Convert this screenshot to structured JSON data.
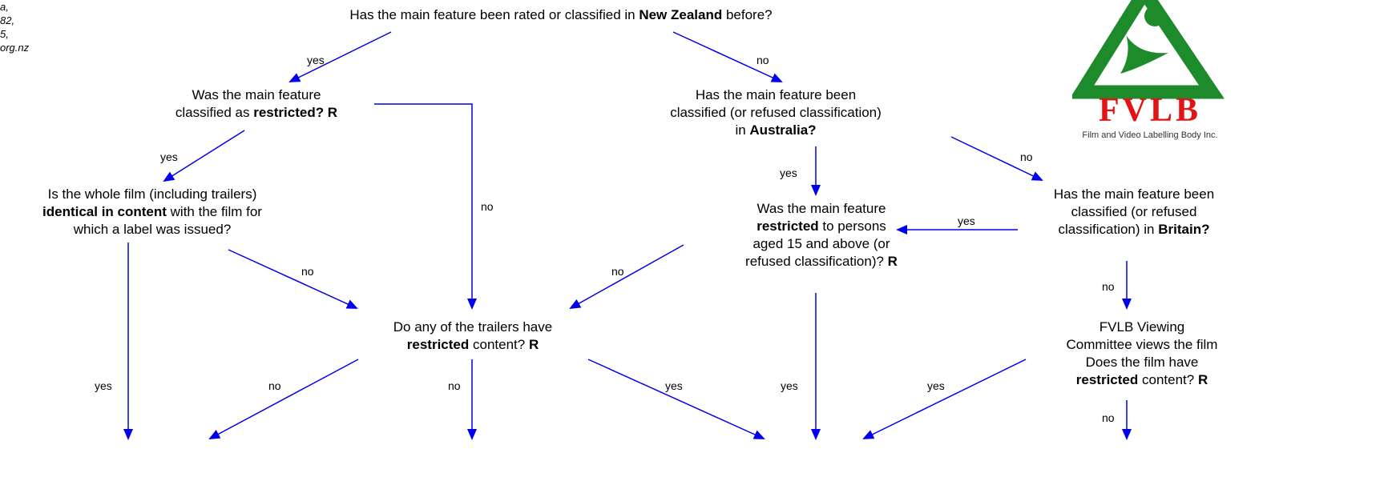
{
  "corner_text": [
    "a,",
    "82,",
    "5,",
    "org.nz"
  ],
  "logo": {
    "letters": "FVLB",
    "subtitle": "Film and Video Labelling Body Inc.",
    "colors": {
      "green": "#1d8a2b",
      "red": "#e41313"
    }
  },
  "nodes": {
    "q_nz": {
      "pre": "Has the main feature been rated or classified in ",
      "bold": "New Zealand",
      "post": " before?"
    },
    "q_restricted_r": {
      "line1": "Was the main feature",
      "pre": "classified as ",
      "bold": "restricted? R"
    },
    "q_australia": {
      "line1": "Has the main feature been",
      "line2": "classified (or refused classification)",
      "pre": "in ",
      "bold": "Australia?"
    },
    "q_identical": {
      "line1": "Is the whole film (including trailers)",
      "bold": "identical in content",
      "post": " with the film for",
      "line3": "which a label was issued?"
    },
    "q_aus_restricted": {
      "line1": "Was the main feature",
      "bold": "restricted",
      "post": " to persons",
      "line3": "aged 15 and above (or",
      "line4pre": "refused classification)? ",
      "line4bold": "R"
    },
    "q_britain": {
      "line1": "Has the main feature been",
      "line2": "classified (or refused",
      "pre": "classification) in ",
      "bold": "Britain?"
    },
    "q_trailers": {
      "line1": "Do any of the trailers have",
      "bold": "restricted",
      "post": " content? ",
      "bold2": "R"
    },
    "q_committee": {
      "line1": "FVLB Viewing",
      "line2": "Committee views the film",
      "line3": "Does the film have",
      "bold": "restricted",
      "post": " content? ",
      "bold2": "R"
    }
  },
  "labels": {
    "l1": "yes",
    "l2": "no",
    "l3": "yes",
    "l4": "no",
    "l5": "yes",
    "l6": "no",
    "l7": "yes",
    "l8": "no",
    "l9": "no",
    "l10": "no",
    "l11": "yes",
    "l12": "no",
    "l13": "no",
    "l14": "yes",
    "l15": "yes",
    "l16": "yes",
    "l17": "no"
  },
  "arrow_color": "#0000ee"
}
